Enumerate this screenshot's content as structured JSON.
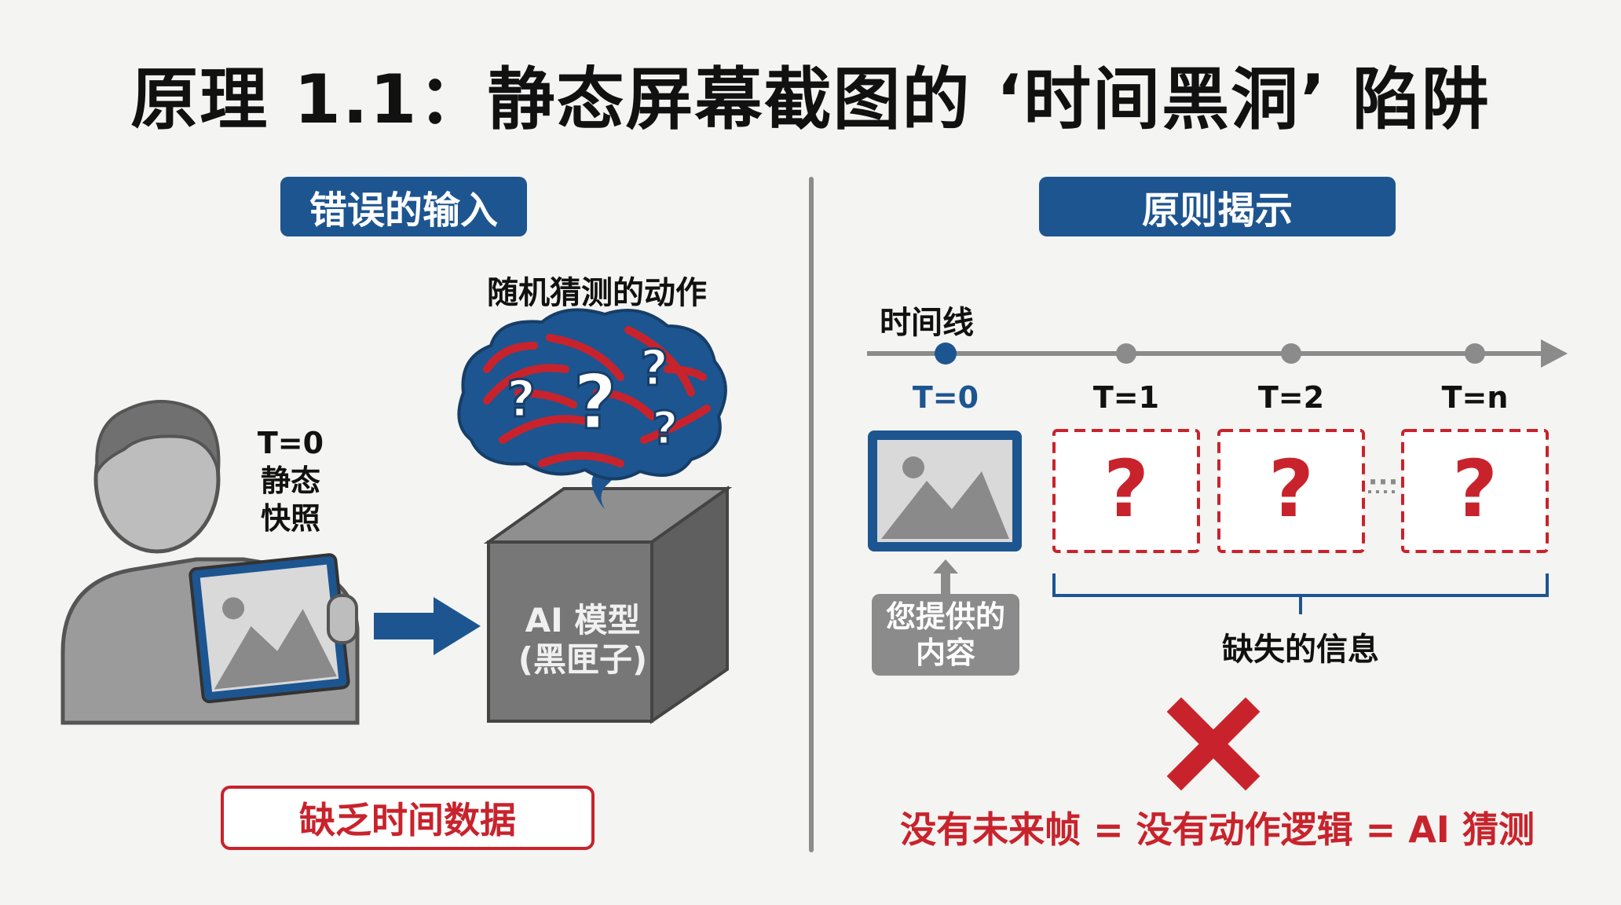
{
  "title": "原理 1.1：静态屏幕截图的 ‘时间黑洞’ 陷阱",
  "left_panel": {
    "heading": "错误的输入",
    "thought_label": "随机猜测的动作",
    "snapshot_lines": [
      "T=0",
      "静态",
      "快照"
    ],
    "model_label": "AI 模型",
    "model_sublabel": "(黑匣子)",
    "warning": "缺乏时间数据"
  },
  "right_panel": {
    "heading": "原则揭示",
    "timeline_label": "时间线",
    "ticks": [
      "T=0",
      "T=1",
      "T=2",
      "T=n"
    ],
    "unknown_mark": "?",
    "ellipsis": "···",
    "provided_label_lines": [
      "您提供的",
      "内容"
    ],
    "missing_label": "缺失的信息",
    "conclusion": "没有未来帧 = 没有动作逻辑 = AI 猜测"
  },
  "colors": {
    "accent_blue": "#1d5590",
    "alert_red": "#c8232c",
    "neutral_gray": "#8b8b8b"
  }
}
